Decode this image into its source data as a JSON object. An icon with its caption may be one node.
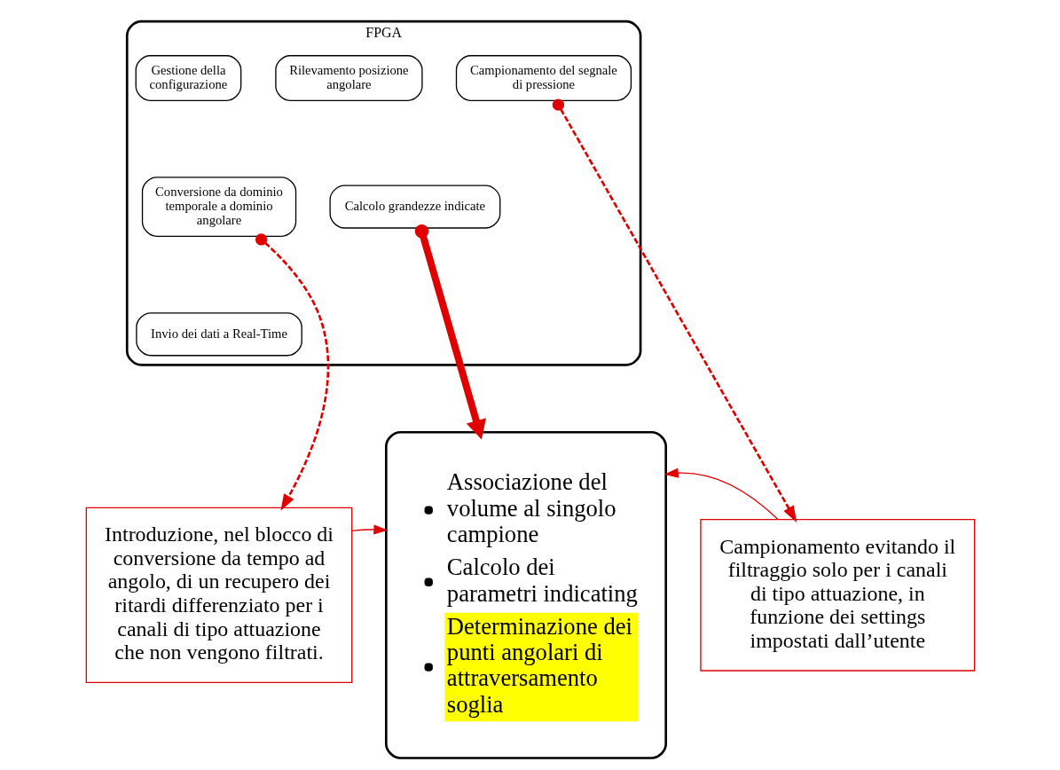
{
  "diagram": {
    "nodes": [
      {
        "text": [
          "FPGA"
        ]
      },
      {
        "text": [
          "Gestione della configurazione"
        ],
        "in": 0
      },
      {
        "text": [
          "Rilevamento posizione angolare"
        ],
        "in": 0
      },
      {
        "text": [
          "Campionamento del segnale di pressione"
        ],
        "in": 0
      },
      {
        "text": [
          "Conversione da dominio temporale a dominio angolare"
        ],
        "in": 0
      },
      {
        "text": [
          "Calcolo grandezze indicate"
        ],
        "in": 0
      },
      {
        "text": [
          "Invio dei dati a Real-Time"
        ],
        "in": 0
      },
      {
        "text": [
          "Introduzione, nel blocco di conversione da tempo ad angolo, di un recupero dei ritardi differenziato per i canali di tipo attuazione che non vengono filtrati."
        ]
      },
      {
        "text": [
          "Associazione del volume al singolo campione",
          "Calcolo dei parametri indicating",
          "Determinazione dei punti angolari di attraversamento soglia"
        ]
      },
      {
        "text": [
          "Campionamento evitando il filtraggio solo per i canali di tipo attuazione, in funzione dei settings impostati dall’utente"
        ]
      }
    ],
    "edges": [
      {
        "from": 4,
        "to": 7,
        "arrow": "to",
        "style": "dashed"
      },
      {
        "from": 5,
        "to": 8,
        "arrow": "to",
        "style": "thick"
      },
      {
        "from": 3,
        "to": 9,
        "arrow": "to",
        "style": "dashed"
      },
      {
        "from": 7,
        "to": 8,
        "arrow": "to"
      },
      {
        "from": 9,
        "to": 8,
        "arrow": "to"
      }
    ]
  }
}
